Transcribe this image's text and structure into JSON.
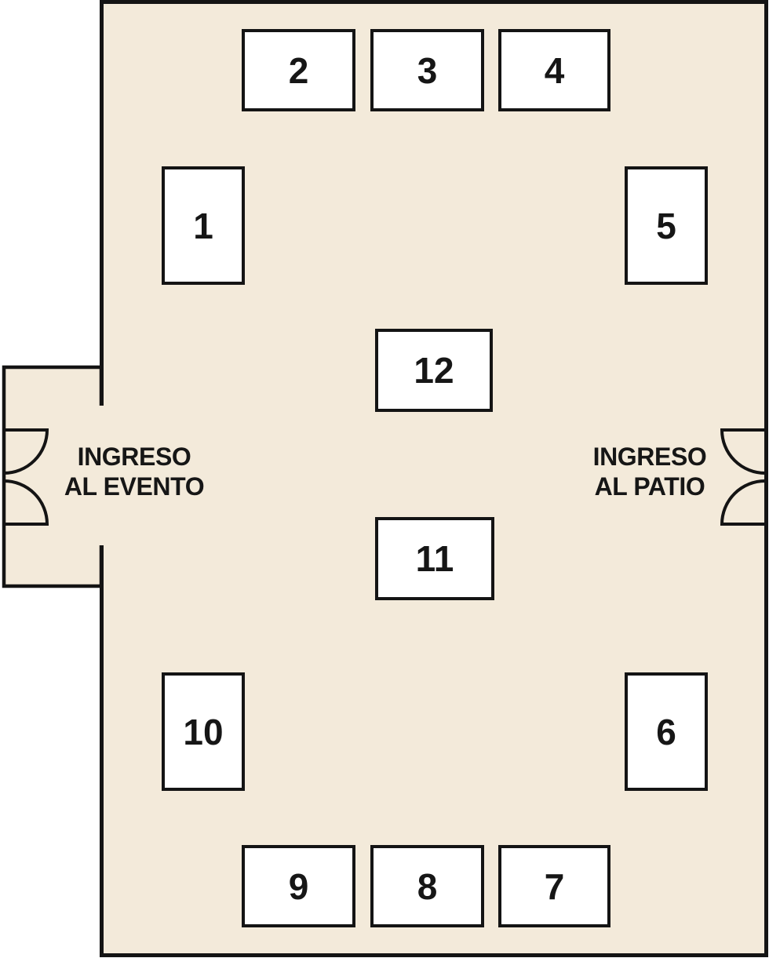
{
  "plan": {
    "room_fill": "#f3eada",
    "wall_color": "#141414",
    "booth_fill": "#ffffff",
    "text_color": "#161616"
  },
  "booths": [
    {
      "number": "1"
    },
    {
      "number": "2"
    },
    {
      "number": "3"
    },
    {
      "number": "4"
    },
    {
      "number": "5"
    },
    {
      "number": "6"
    },
    {
      "number": "7"
    },
    {
      "number": "8"
    },
    {
      "number": "9"
    },
    {
      "number": "10"
    },
    {
      "number": "11"
    },
    {
      "number": "12"
    }
  ],
  "entrances": {
    "left": {
      "line1": "INGRESO",
      "line2": "AL EVENTO"
    },
    "right": {
      "line1": "INGRESO",
      "line2": "AL PATIO"
    }
  }
}
